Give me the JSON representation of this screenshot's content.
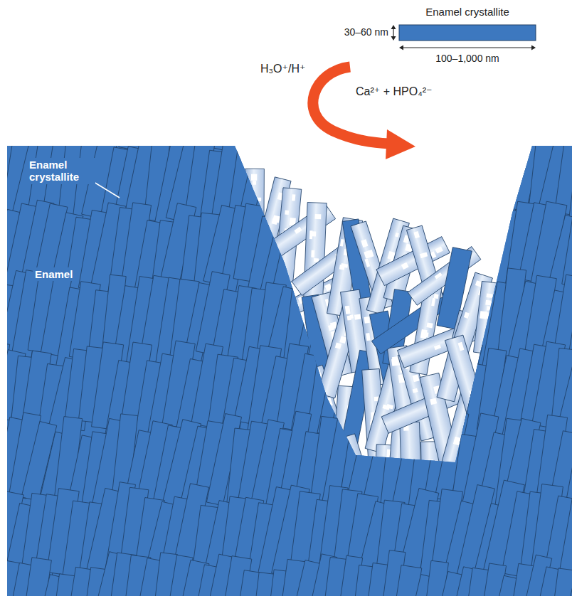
{
  "diagram": {
    "labels": [
      "Enamel crystallite",
      "30–60 nm",
      "100–1,000 nm",
      "H₃O⁺/H⁺",
      "Ca²⁺ + HPO₄²⁻",
      "Enamel crystallite",
      "Enamel"
    ]
  }
}
